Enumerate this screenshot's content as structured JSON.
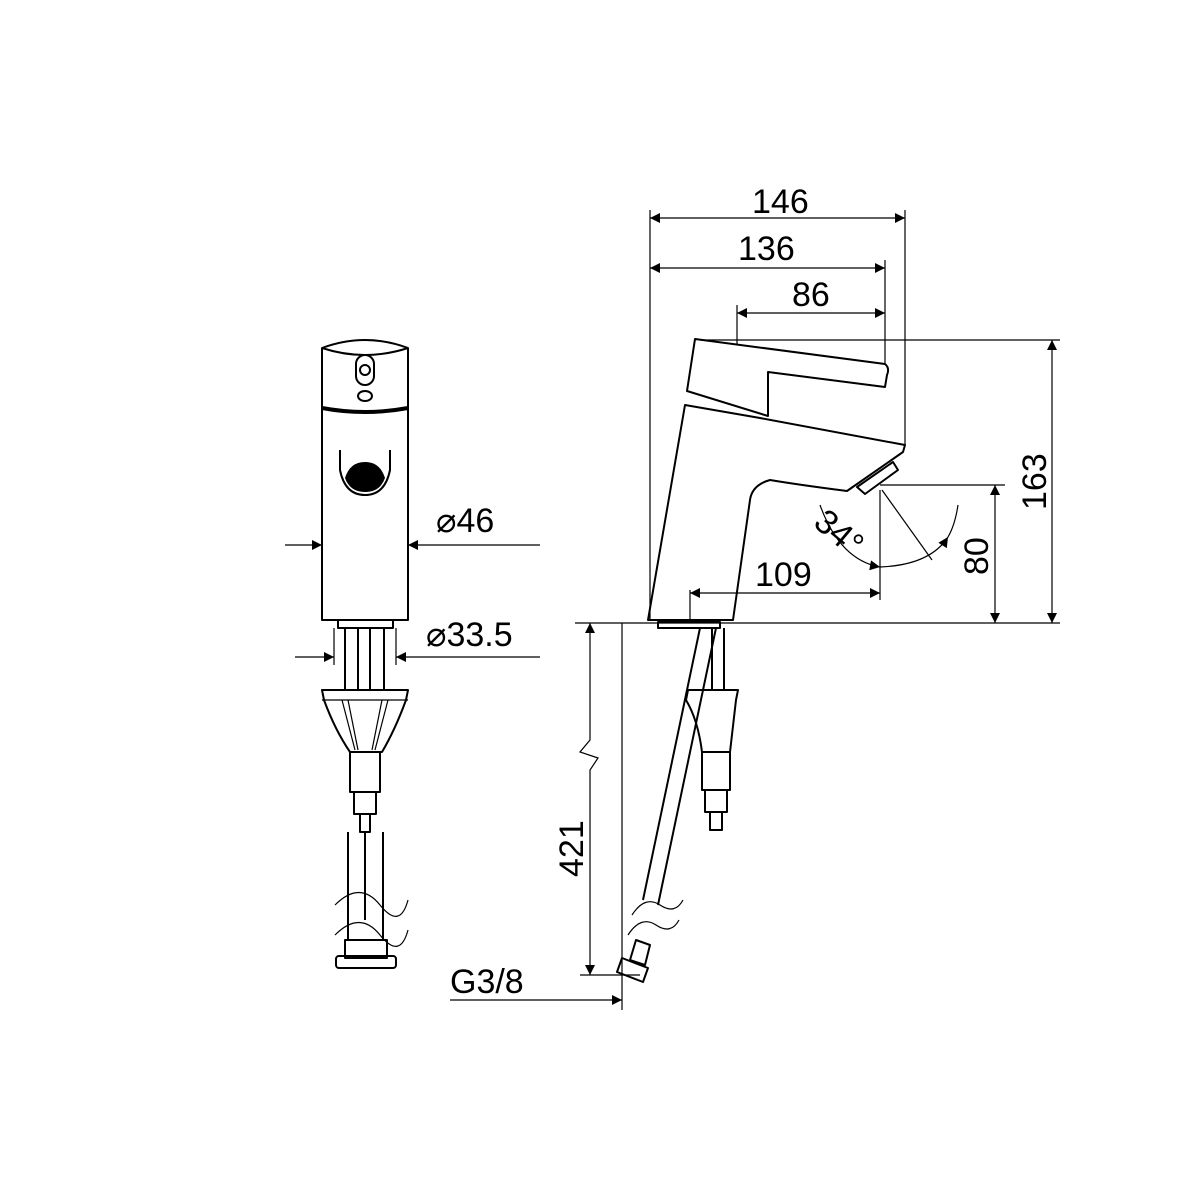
{
  "drawing": {
    "front_view": {
      "diameter_body": "⌀46",
      "diameter_shank": "⌀33.5"
    },
    "side_view": {
      "width_overall": "146",
      "width_spout": "136",
      "width_lever": "86",
      "height_overall": "163",
      "spout_height": "80",
      "spout_reach": "109",
      "spout_angle": "34°",
      "hose_length": "421",
      "connection_thread": "G3/8"
    },
    "line_color": "#000000",
    "background_color": "#ffffff"
  }
}
